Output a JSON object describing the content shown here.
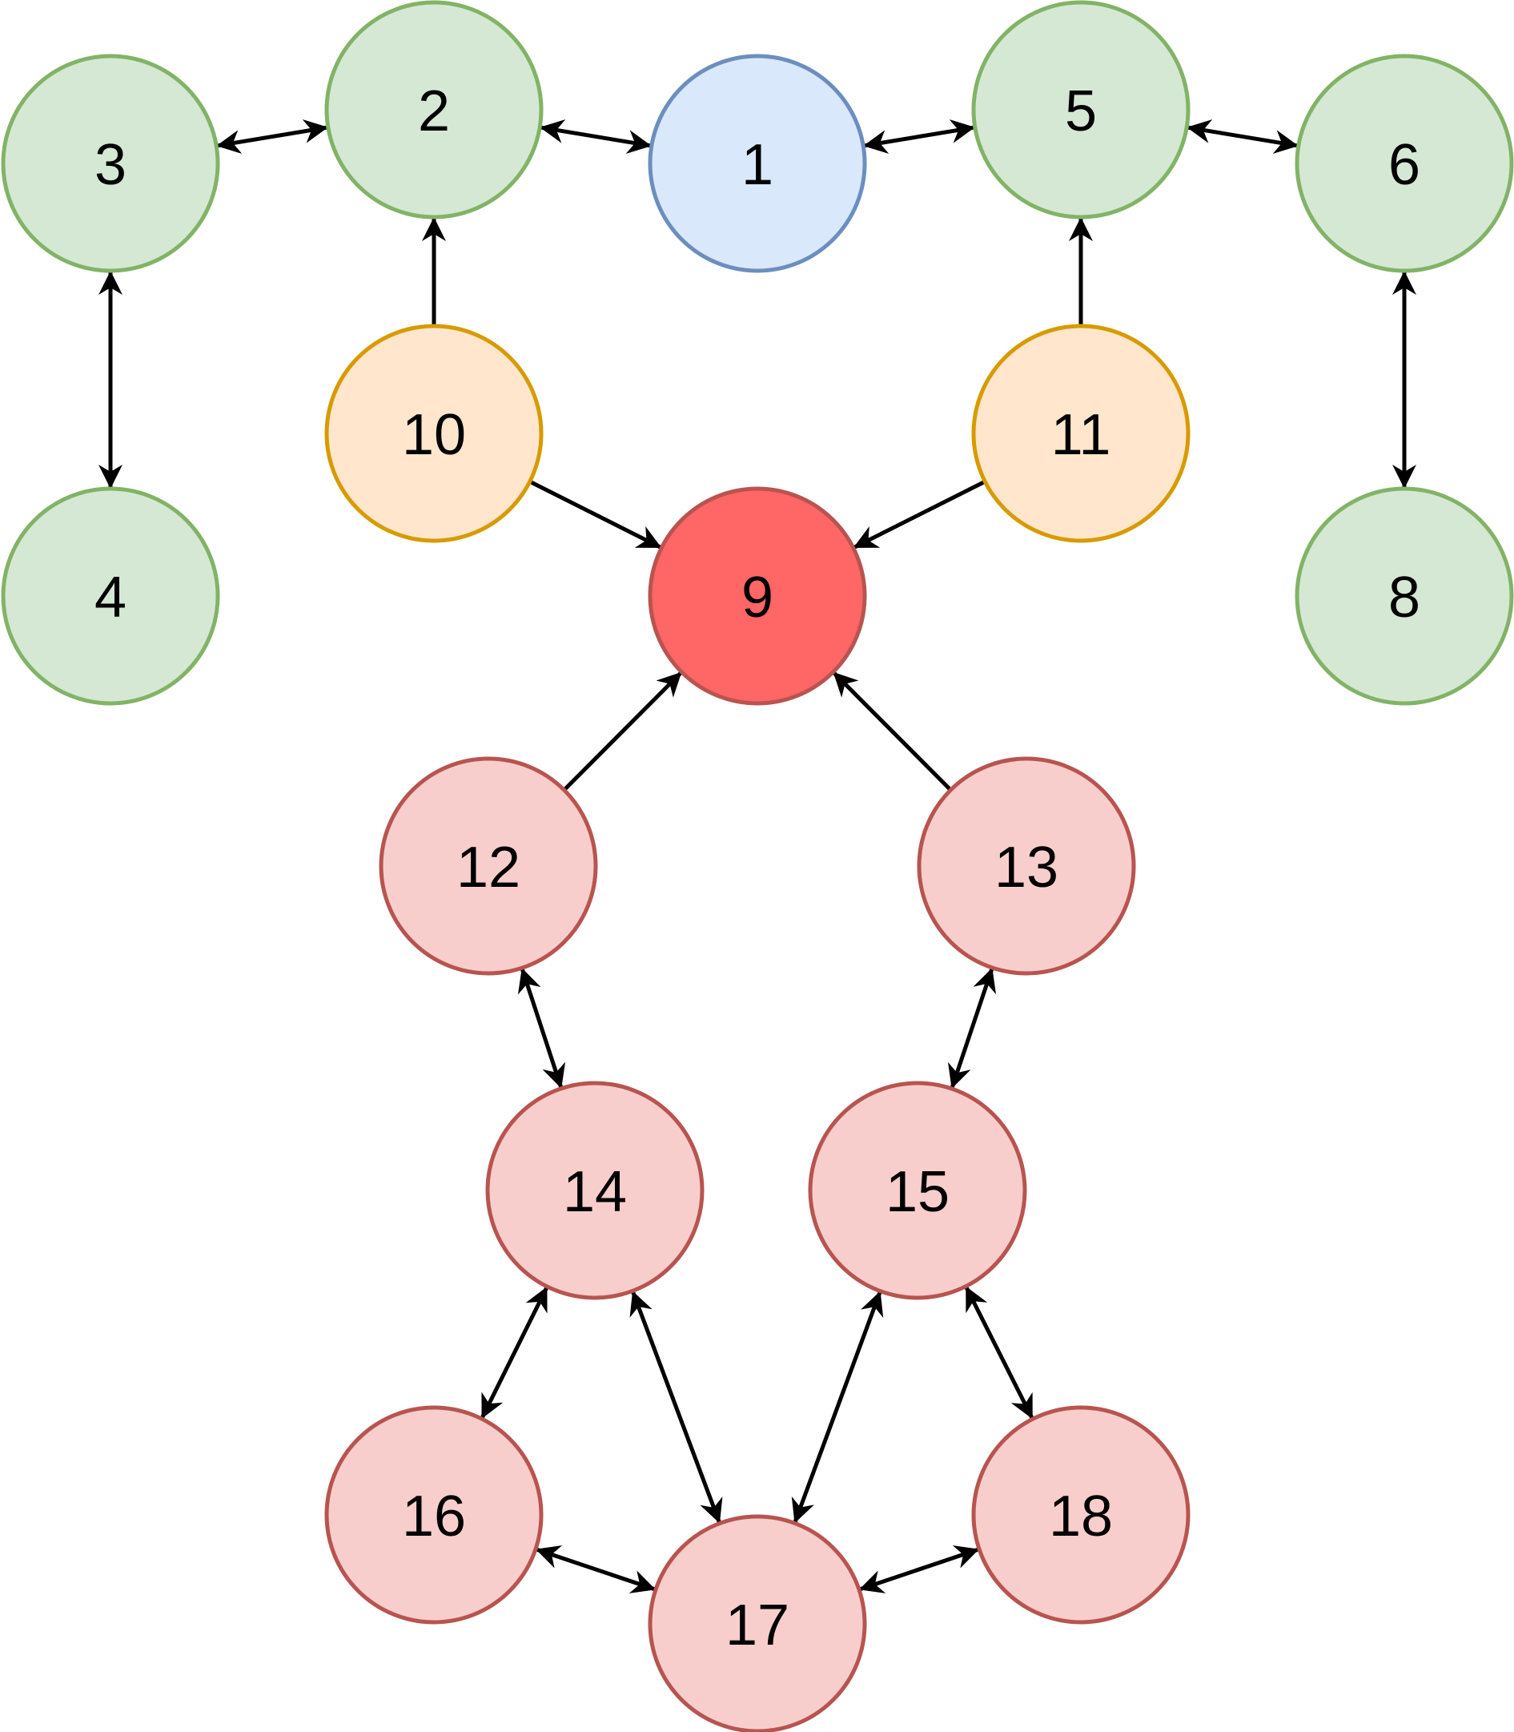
{
  "diagram": {
    "palette": {
      "green": {
        "fill": "#d5e8d4",
        "stroke": "#82b366"
      },
      "blue": {
        "fill": "#dae8fc",
        "stroke": "#6c8ebf"
      },
      "orange": {
        "fill": "#ffe6cc",
        "stroke": "#d79b00"
      },
      "red": {
        "fill": "#ff6666",
        "stroke": "#b85450"
      },
      "pink": {
        "fill": "#f8cecc",
        "stroke": "#b85450"
      }
    },
    "nodes": [
      {
        "id": "1",
        "label": "1",
        "color": "blue"
      },
      {
        "id": "2",
        "label": "2",
        "color": "green"
      },
      {
        "id": "3",
        "label": "3",
        "color": "green"
      },
      {
        "id": "4",
        "label": "4",
        "color": "green"
      },
      {
        "id": "5",
        "label": "5",
        "color": "green"
      },
      {
        "id": "6",
        "label": "6",
        "color": "green"
      },
      {
        "id": "8",
        "label": "8",
        "color": "green"
      },
      {
        "id": "9",
        "label": "9",
        "color": "red"
      },
      {
        "id": "10",
        "label": "10",
        "color": "orange"
      },
      {
        "id": "11",
        "label": "11",
        "color": "orange"
      },
      {
        "id": "12",
        "label": "12",
        "color": "pink"
      },
      {
        "id": "13",
        "label": "13",
        "color": "pink"
      },
      {
        "id": "14",
        "label": "14",
        "color": "pink"
      },
      {
        "id": "15",
        "label": "15",
        "color": "pink"
      },
      {
        "id": "16",
        "label": "16",
        "color": "pink"
      },
      {
        "id": "17",
        "label": "17",
        "color": "pink"
      },
      {
        "id": "18",
        "label": "18",
        "color": "pink"
      }
    ],
    "edges": [
      {
        "from": "2",
        "to": "3",
        "direction": "both"
      },
      {
        "from": "2",
        "to": "1",
        "direction": "both"
      },
      {
        "from": "1",
        "to": "5",
        "direction": "both"
      },
      {
        "from": "5",
        "to": "6",
        "direction": "both"
      },
      {
        "from": "3",
        "to": "4",
        "direction": "both"
      },
      {
        "from": "6",
        "to": "8",
        "direction": "both"
      },
      {
        "from": "10",
        "to": "2",
        "direction": "forward"
      },
      {
        "from": "11",
        "to": "5",
        "direction": "forward"
      },
      {
        "from": "10",
        "to": "9",
        "direction": "forward"
      },
      {
        "from": "11",
        "to": "9",
        "direction": "forward"
      },
      {
        "from": "12",
        "to": "9",
        "direction": "forward"
      },
      {
        "from": "13",
        "to": "9",
        "direction": "forward"
      },
      {
        "from": "12",
        "to": "14",
        "direction": "both"
      },
      {
        "from": "13",
        "to": "15",
        "direction": "both"
      },
      {
        "from": "14",
        "to": "16",
        "direction": "both"
      },
      {
        "from": "14",
        "to": "17",
        "direction": "both"
      },
      {
        "from": "15",
        "to": "17",
        "direction": "both"
      },
      {
        "from": "15",
        "to": "18",
        "direction": "both"
      },
      {
        "from": "16",
        "to": "17",
        "direction": "both"
      },
      {
        "from": "18",
        "to": "17",
        "direction": "both"
      }
    ]
  }
}
